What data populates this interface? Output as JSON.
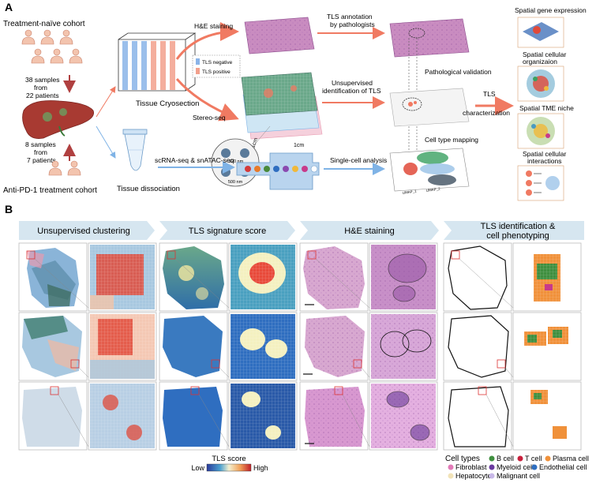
{
  "panelA": {
    "letter": "A",
    "cohort1": "Treatment-naïve cohort",
    "cohort1_samples": [
      "38 samples",
      "from",
      "22 patients"
    ],
    "cohort2_samples": [
      "8 samples",
      "from",
      "7 patients"
    ],
    "cohort2": "Anti-PD-1 treatment cohort",
    "cryosection_label": "Tissue Cryosection",
    "dissociation_label": "Tissue dissociation",
    "legend_neg": "TLS negative",
    "legend_pos": "TLS positive",
    "he_staining": "H&E staining",
    "stereo_seq": "Stereo-seq",
    "scrna": "scRNA-seq & snATAC-seq",
    "chip_220": "220 nm",
    "chip_500": "500 nm",
    "dim_1cm_a": "1cm",
    "dim_1cm_b": "1cm",
    "tls_annotation": [
      "TLS annotation",
      "by pathologists"
    ],
    "unsupervised": [
      "Unsupervised",
      "identification of TLS"
    ],
    "single_cell": "Single-cell analysis",
    "path_validation": "Pathological validation",
    "cell_type_mapping": "Cell type mapping",
    "tls_char": [
      "TLS",
      "characterization"
    ],
    "umap_1": "UMAP_1",
    "umap_2": "UMAP_2",
    "right_titles": {
      "spatial_gene": "Spatial gene expression",
      "spatial_cell": [
        "Spatial cellular",
        "organizaion"
      ],
      "tme": "Spatial TME niche",
      "interactions": [
        "Spatial cellular",
        "interactions"
      ]
    }
  },
  "panelB": {
    "letter": "B",
    "headers": [
      "Unsupervised clustering",
      "TLS signature score",
      "H&E staining",
      "TLS identification &",
      "cell phenotyping"
    ],
    "colorbar_title": "TLS score",
    "colorbar_low": "Low",
    "colorbar_high": "High",
    "cell_types_title": "Cell types",
    "cell_types": [
      {
        "name": "B cell",
        "color": "#3f8f3f"
      },
      {
        "name": "T cell",
        "color": "#c8203c"
      },
      {
        "name": "Plasma cell",
        "color": "#f0913a"
      },
      {
        "name": "Fibroblast",
        "color": "#e27bb8"
      },
      {
        "name": "Myeloid cell",
        "color": "#6a3aa0"
      },
      {
        "name": "Endothelial cell",
        "color": "#2f6ec0"
      },
      {
        "name": "Hepatocyte",
        "color": "#f2e3b8"
      },
      {
        "name": "Malignant cell",
        "color": "#c8b8e8"
      }
    ]
  },
  "colors": {
    "salmon": "#f07a62",
    "blue_arrow": "#7fb3e6",
    "he_pink": "#c98cc0",
    "tls_negative": "#8ab4e8",
    "tls_positive": "#f2a08c",
    "header_bg": "#d6e6f0"
  }
}
